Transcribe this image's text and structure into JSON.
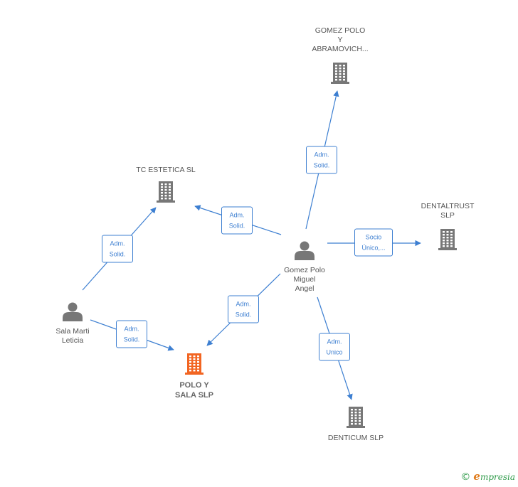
{
  "nodes": {
    "gomez_abram": {
      "lines": [
        "GOMEZ POLO",
        "Y",
        "ABRAMOVICH..."
      ],
      "type": "company",
      "color": "#777777"
    },
    "tc_estetica": {
      "lines": [
        "TC ESTETICA  SL"
      ],
      "type": "company",
      "color": "#777777"
    },
    "dentaltrust": {
      "lines": [
        "DENTALTRUST",
        "SLP"
      ],
      "type": "company",
      "color": "#777777"
    },
    "gomez_polo_miguel": {
      "lines": [
        "Gomez Polo",
        "Miguel",
        "Angel"
      ],
      "type": "person",
      "color": "#777777"
    },
    "sala_marti": {
      "lines": [
        "Sala Marti",
        "Leticia"
      ],
      "type": "person",
      "color": "#777777"
    },
    "polo_sala": {
      "lines": [
        "POLO Y",
        "SALA SLP"
      ],
      "type": "company",
      "color": "#f26522",
      "main": true
    },
    "denticum": {
      "lines": [
        "DENTICUM  SLP"
      ],
      "type": "company",
      "color": "#777777"
    }
  },
  "edges": [
    {
      "from": "gomez_polo_miguel",
      "to": "gomez_abram",
      "label": [
        "Adm.",
        "Solid."
      ]
    },
    {
      "from": "gomez_polo_miguel",
      "to": "tc_estetica",
      "label": [
        "Adm.",
        "Solid."
      ]
    },
    {
      "from": "gomez_polo_miguel",
      "to": "dentaltrust",
      "label": [
        "Socio",
        "Único,..."
      ]
    },
    {
      "from": "gomez_polo_miguel",
      "to": "polo_sala",
      "label": [
        "Adm.",
        "Solid."
      ]
    },
    {
      "from": "gomez_polo_miguel",
      "to": "denticum",
      "label": [
        "Adm.",
        "Unico"
      ]
    },
    {
      "from": "sala_marti",
      "to": "tc_estetica",
      "label": [
        "Adm.",
        "Solid."
      ]
    },
    {
      "from": "sala_marti",
      "to": "polo_sala",
      "label": [
        "Adm.",
        "Solid."
      ]
    }
  ],
  "brand": {
    "copyright": "©",
    "initial": "e",
    "rest": "mpresia"
  },
  "colors": {
    "edge": "#3d7fd1",
    "icon": "#777777",
    "highlight": "#f26522"
  }
}
